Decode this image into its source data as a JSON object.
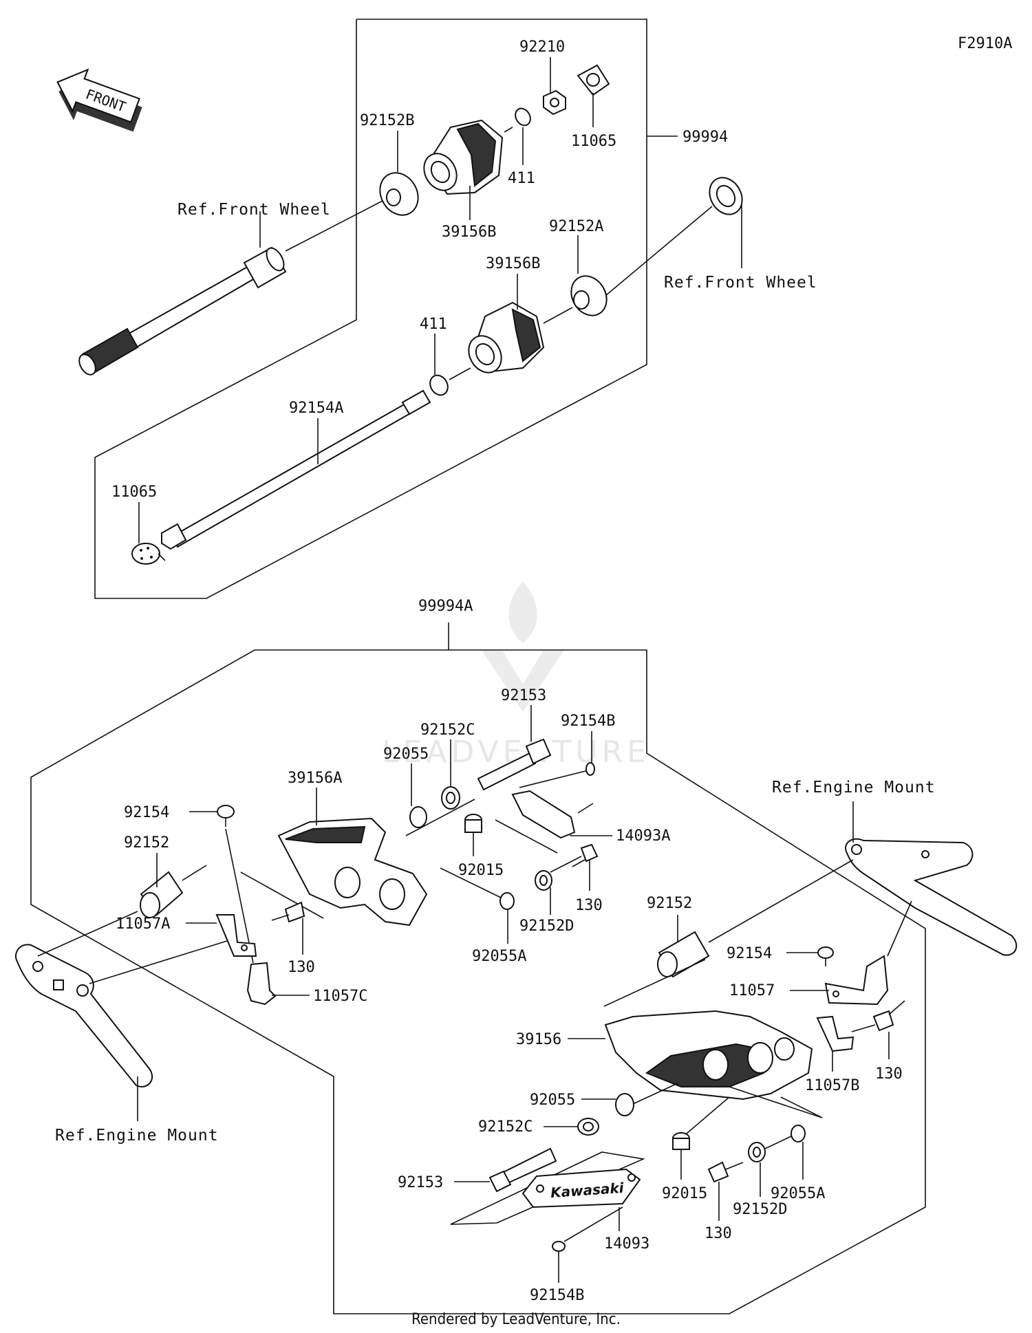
{
  "diagram_id": "F2910A",
  "front_arrow_label": "FRONT",
  "watermark": "LEADVENTURE",
  "footer": "Rendered by LeadVenture, Inc.",
  "kit_labels": [
    "99994",
    "99994A"
  ],
  "refs": {
    "front_wheel_left": "Ref.Front Wheel",
    "front_wheel_right": "Ref.Front Wheel",
    "engine_mount_left": "Ref.Engine Mount",
    "engine_mount_right": "Ref.Engine Mount"
  },
  "top_parts": [
    "92210",
    "92152B",
    "11065",
    "411",
    "39156B",
    "92152A",
    "39156B",
    "411",
    "92154A",
    "11065"
  ],
  "bottom_left_parts": [
    "92153",
    "92154B",
    "92152C",
    "92055",
    "39156A",
    "92154",
    "14093A",
    "92152",
    "92015",
    "130",
    "92152D",
    "11057A",
    "130",
    "92055A",
    "11057C"
  ],
  "bottom_right_parts": [
    "92152",
    "92154",
    "11057",
    "39156",
    "130",
    "11057B",
    "92055",
    "92152C",
    "92153",
    "92015",
    "92055A",
    "92152D",
    "130",
    "14093",
    "92154B"
  ],
  "logo_text": "Kawasaki"
}
